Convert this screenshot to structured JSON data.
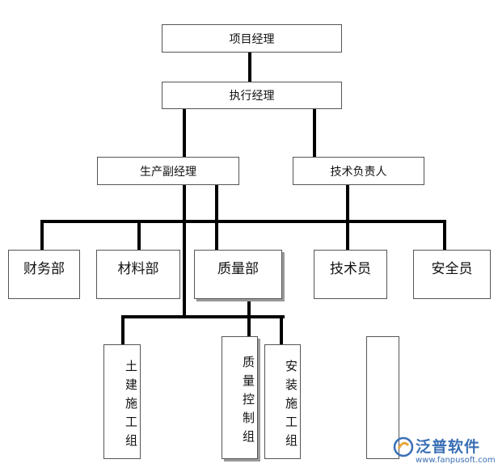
{
  "org_chart": {
    "project_manager": "项目经理",
    "executive_manager": "执行经理",
    "deputy_production_manager": "生产副经理",
    "technical_lead": "技术负责人",
    "finance_dept": "财务部",
    "materials_dept": "材料部",
    "quality_dept": "质量部",
    "technician": "技术员",
    "safety_officer": "安全员",
    "civil_construction_team": "土建施工组",
    "quality_control_team": "质量控制组",
    "installation_team": "安装施工组",
    "blank_box": ""
  },
  "watermark": {
    "brand": "泛普软件",
    "url": "www.fanpusoft.com"
  },
  "colors": {
    "line": "#000000",
    "box_border": "#555555",
    "watermark": "#3a6fb5"
  }
}
